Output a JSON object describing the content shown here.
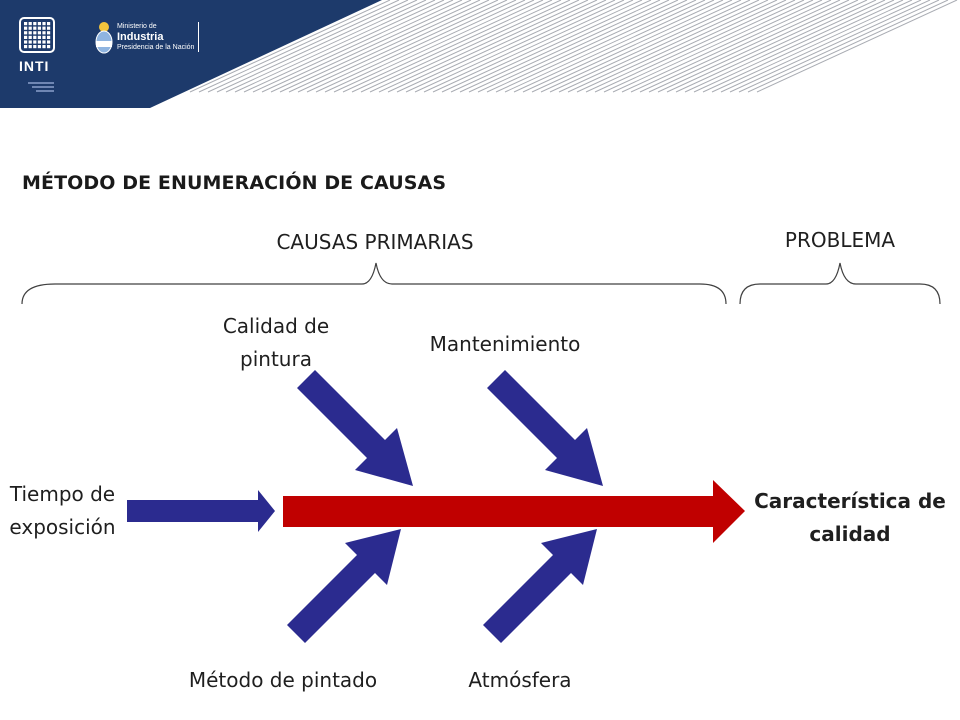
{
  "header": {
    "logo_text": "INTI",
    "ministry_line1": "Ministerio de",
    "ministry_line2": "Industria",
    "ministry_line3": "Presidencia de la Nación",
    "brand_color": "#1d3a6b"
  },
  "title": "MÉTODO DE ENUMERACIÓN DE CAUSAS",
  "groups": {
    "causes_label": "CAUSAS PRIMARIAS",
    "problem_label": "PROBLEMA"
  },
  "causes": {
    "top_left": [
      "Calidad de",
      "pintura"
    ],
    "top_right": "Mantenimiento",
    "left": [
      "Tiempo de",
      "exposición"
    ],
    "bottom_left": "Método de pintado",
    "bottom_right": "Atmósfera"
  },
  "effect": [
    "Característica de",
    "calidad"
  ],
  "colors": {
    "spine": "#c00000",
    "cause_arrows": "#2b2b8f",
    "brace": "#404040"
  }
}
